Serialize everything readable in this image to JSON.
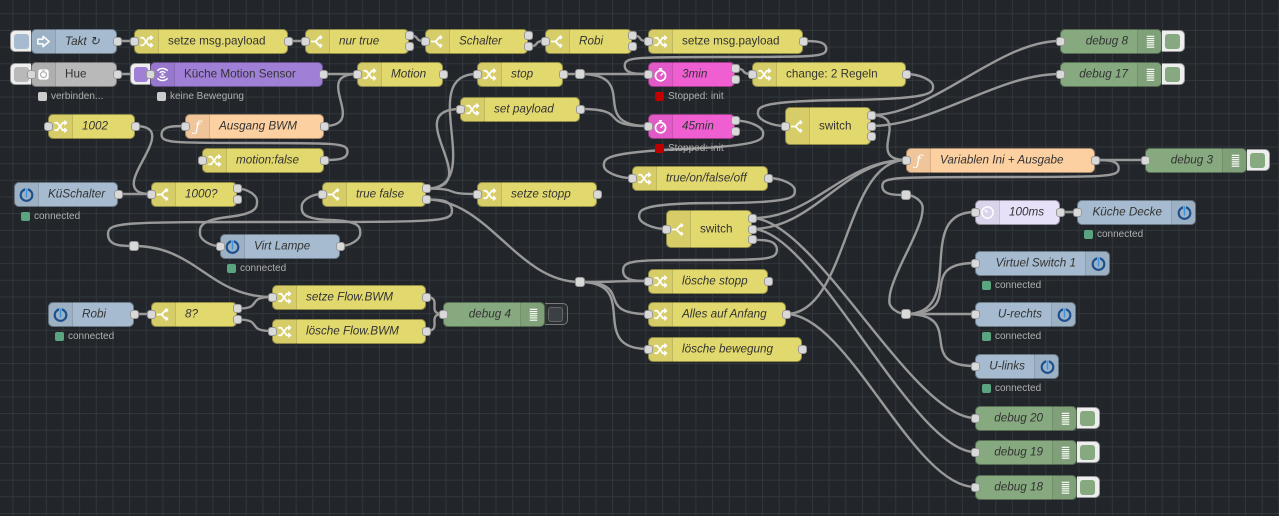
{
  "palette": {
    "canvas": "#22262a",
    "grid": "#32373c",
    "wire": "#999999",
    "port": "#d9d9d9",
    "change": "#e2d96e",
    "function": "#fdd0a2",
    "debug": "#87a980",
    "inject": "#a6bbcf",
    "iobroker": "#a6bbcf",
    "trigger": "#ef5fd2",
    "delay": "#e6e0f8",
    "hue": "#b9b9b9",
    "hue_motion": "#a07fd7"
  },
  "nodes": {
    "takt": {
      "type": "inject",
      "label": "Takt ↻"
    },
    "setze1": {
      "type": "change",
      "label": "setze msg.payload"
    },
    "nurtrue": {
      "type": "switch",
      "label": "nur true"
    },
    "schalter": {
      "type": "switch",
      "label": "Schalter"
    },
    "robi_sw": {
      "type": "switch",
      "label": "Robi"
    },
    "setze2": {
      "type": "change",
      "label": "setze msg.payload"
    },
    "debug8": {
      "type": "debug",
      "label": "debug 8",
      "active": true
    },
    "hue": {
      "type": "hue-bridge",
      "label": "Hue",
      "status": {
        "text": "verbinden...",
        "color": "#cccccc"
      }
    },
    "motionsensor": {
      "type": "hue-motion",
      "label": "Küche Motion Sensor",
      "status": {
        "text": "keine Bewegung",
        "color": "#cccccc"
      }
    },
    "motion": {
      "type": "change",
      "label": "Motion"
    },
    "stop": {
      "type": "change",
      "label": "stop"
    },
    "t3min": {
      "type": "trigger",
      "label": "3min",
      "status": {
        "text": "Stopped: init",
        "color": "#c00000"
      }
    },
    "change2": {
      "type": "change",
      "label": "change: 2 Regeln"
    },
    "debug17": {
      "type": "debug",
      "label": "debug 17",
      "active": true
    },
    "setpayload": {
      "type": "change",
      "label": "set payload"
    },
    "c1002": {
      "type": "change",
      "label": "1002"
    },
    "ausgang": {
      "type": "function",
      "label": "Ausgang BWM"
    },
    "t45min": {
      "type": "trigger",
      "label": "45min",
      "status": {
        "text": "Stopped: init",
        "color": "#c00000"
      }
    },
    "switchR": {
      "type": "switch",
      "label": "switch"
    },
    "motionfalse": {
      "type": "change",
      "label": "motion:false"
    },
    "variablen": {
      "type": "function",
      "label": "Variablen Ini + Ausgabe"
    },
    "debug3": {
      "type": "debug",
      "label": "debug 3",
      "active": true
    },
    "tofo": {
      "type": "change",
      "label": "true/on/false/off"
    },
    "kueschalter": {
      "type": "iobroker-in",
      "label": "KüSchalter",
      "status": {
        "text": "connected",
        "color": "#5aa57f"
      }
    },
    "sw1000": {
      "type": "switch",
      "label": "1000?"
    },
    "truefalse": {
      "type": "switch",
      "label": "true false"
    },
    "setzestopp": {
      "type": "change",
      "label": "setze stopp"
    },
    "switchM": {
      "type": "switch",
      "label": "switch"
    },
    "virtlampe": {
      "type": "iobroker-out",
      "label": "Virt Lampe",
      "status": {
        "text": "connected",
        "color": "#5aa57f"
      }
    },
    "d100ms": {
      "type": "delay",
      "label": "100ms"
    },
    "kuechedecke": {
      "type": "iobroker-out",
      "label": "Küche Decke",
      "status": {
        "text": "connected",
        "color": "#5aa57f"
      }
    },
    "virtswitch1": {
      "type": "iobroker-out",
      "label": "Virtuel Switch 1",
      "status": {
        "text": "connected",
        "color": "#5aa57f"
      }
    },
    "urechts": {
      "type": "iobroker-out",
      "label": "U-rechts",
      "status": {
        "text": "connected",
        "color": "#5aa57f"
      }
    },
    "ulinks": {
      "type": "iobroker-out",
      "label": "U-links",
      "status": {
        "text": "connected",
        "color": "#5aa57f"
      }
    },
    "loeschestopp": {
      "type": "change",
      "label": "lösche stopp"
    },
    "allesanfang": {
      "type": "change",
      "label": "Alles auf Anfang"
    },
    "loeschebewegung": {
      "type": "change",
      "label": "lösche bewegung"
    },
    "setzeflow": {
      "type": "change",
      "label": "setze Flow.BWM"
    },
    "loescheflow": {
      "type": "change",
      "label": "lösche Flow.BWM"
    },
    "debug4": {
      "type": "debug",
      "label": "debug 4",
      "active": false
    },
    "robi_io": {
      "type": "iobroker-in",
      "label": "Robi",
      "status": {
        "text": "connected",
        "color": "#5aa57f"
      }
    },
    "sw8": {
      "type": "switch",
      "label": "8?"
    },
    "debug20": {
      "type": "debug",
      "label": "debug 20",
      "active": true
    },
    "debug19": {
      "type": "debug",
      "label": "debug 19",
      "active": true
    },
    "debug18": {
      "type": "debug",
      "label": "debug 18",
      "active": true
    }
  },
  "junctions": [
    "j1",
    "j2",
    "j3",
    "j4",
    "j5"
  ],
  "wires": [
    {
      "from": "takt",
      "port": 0,
      "to": "setze1"
    },
    {
      "from": "setze1",
      "port": 0,
      "to": "nurtrue"
    },
    {
      "from": "nurtrue",
      "port": 0,
      "to": "schalter"
    },
    {
      "from": "schalter",
      "port": 1,
      "to": "robi_sw"
    },
    {
      "from": "robi_sw",
      "port": 0,
      "to": "setze2"
    },
    {
      "from": "setze2",
      "port": 0,
      "to": "t3min"
    },
    {
      "from": "hue",
      "port": 0,
      "to": "motionsensor"
    },
    {
      "from": "motionsensor",
      "port": 0,
      "to": "motion"
    },
    {
      "from": "ausgang",
      "port": 0,
      "to": "motion"
    },
    {
      "from": "motionfalse",
      "port": 0,
      "to": "ausgang"
    },
    {
      "from": "c1002",
      "port": 0,
      "to": "sw1000"
    },
    {
      "from": "kueschalter",
      "port": 0,
      "to": "sw1000"
    },
    {
      "from": "sw1000",
      "port": 0,
      "to": "virtlampe"
    },
    {
      "from": "virtlampe",
      "port": 0,
      "to": "truefalse"
    },
    {
      "from": "truefalse",
      "port": 0,
      "to": "stop"
    },
    {
      "from": "truefalse",
      "port": 0,
      "to": "setpayload"
    },
    {
      "from": "truefalse",
      "port": 0,
      "to": "setzestopp"
    },
    {
      "from": "truefalse",
      "port": 1,
      "to": "j5"
    },
    {
      "from": "truefalse",
      "port": 1,
      "to": "j2"
    },
    {
      "from": "j2",
      "port": 0,
      "to": "setzeflow"
    },
    {
      "from": "stop",
      "port": 0,
      "to": "j1"
    },
    {
      "from": "j1",
      "port": 0,
      "to": "t3min"
    },
    {
      "from": "j1",
      "port": 0,
      "to": "t45min"
    },
    {
      "from": "setpayload",
      "port": 0,
      "to": "t45min"
    },
    {
      "from": "t3min",
      "port": 0,
      "to": "change2"
    },
    {
      "from": "change2",
      "port": 0,
      "to": "switchR"
    },
    {
      "from": "t45min",
      "port": 0,
      "to": "tofo"
    },
    {
      "from": "tofo",
      "port": 0,
      "to": "switchM"
    },
    {
      "from": "switchR",
      "port": 0,
      "to": "debug8"
    },
    {
      "from": "switchR",
      "port": 1,
      "to": "debug17"
    },
    {
      "from": "switchR",
      "port": 0,
      "to": "variablen"
    },
    {
      "from": "switchM",
      "port": 0,
      "to": "variablen"
    },
    {
      "from": "switchM",
      "port": 1,
      "to": "variablen"
    },
    {
      "from": "switchM",
      "port": 0,
      "to": "debug20"
    },
    {
      "from": "switchM",
      "port": 1,
      "to": "debug19"
    },
    {
      "from": "switchM",
      "port": 2,
      "to": "loeschestopp"
    },
    {
      "from": "allesanfang",
      "port": 0,
      "to": "variablen"
    },
    {
      "from": "allesanfang",
      "port": 0,
      "to": "debug18"
    },
    {
      "from": "variablen",
      "port": 0,
      "to": "debug3"
    },
    {
      "from": "variablen",
      "port": 0,
      "to": "j3"
    },
    {
      "from": "j3",
      "port": 0,
      "to": "j4"
    },
    {
      "from": "j4",
      "port": 0,
      "to": "d100ms"
    },
    {
      "from": "j4",
      "port": 0,
      "to": "virtswitch1"
    },
    {
      "from": "j4",
      "port": 0,
      "to": "urechts"
    },
    {
      "from": "j4",
      "port": 0,
      "to": "ulinks"
    },
    {
      "from": "d100ms",
      "port": 0,
      "to": "kuechedecke"
    },
    {
      "from": "j5",
      "port": 0,
      "to": "loeschestopp"
    },
    {
      "from": "j5",
      "port": 0,
      "to": "allesanfang"
    },
    {
      "from": "j5",
      "port": 0,
      "to": "loeschebewegung"
    },
    {
      "from": "robi_io",
      "port": 0,
      "to": "sw8"
    },
    {
      "from": "sw8",
      "port": 0,
      "to": "setzeflow"
    },
    {
      "from": "sw8",
      "port": 1,
      "to": "loescheflow"
    },
    {
      "from": "setzeflow",
      "port": 0,
      "to": "debug4"
    },
    {
      "from": "loescheflow",
      "port": 0,
      "to": "debug4"
    }
  ]
}
